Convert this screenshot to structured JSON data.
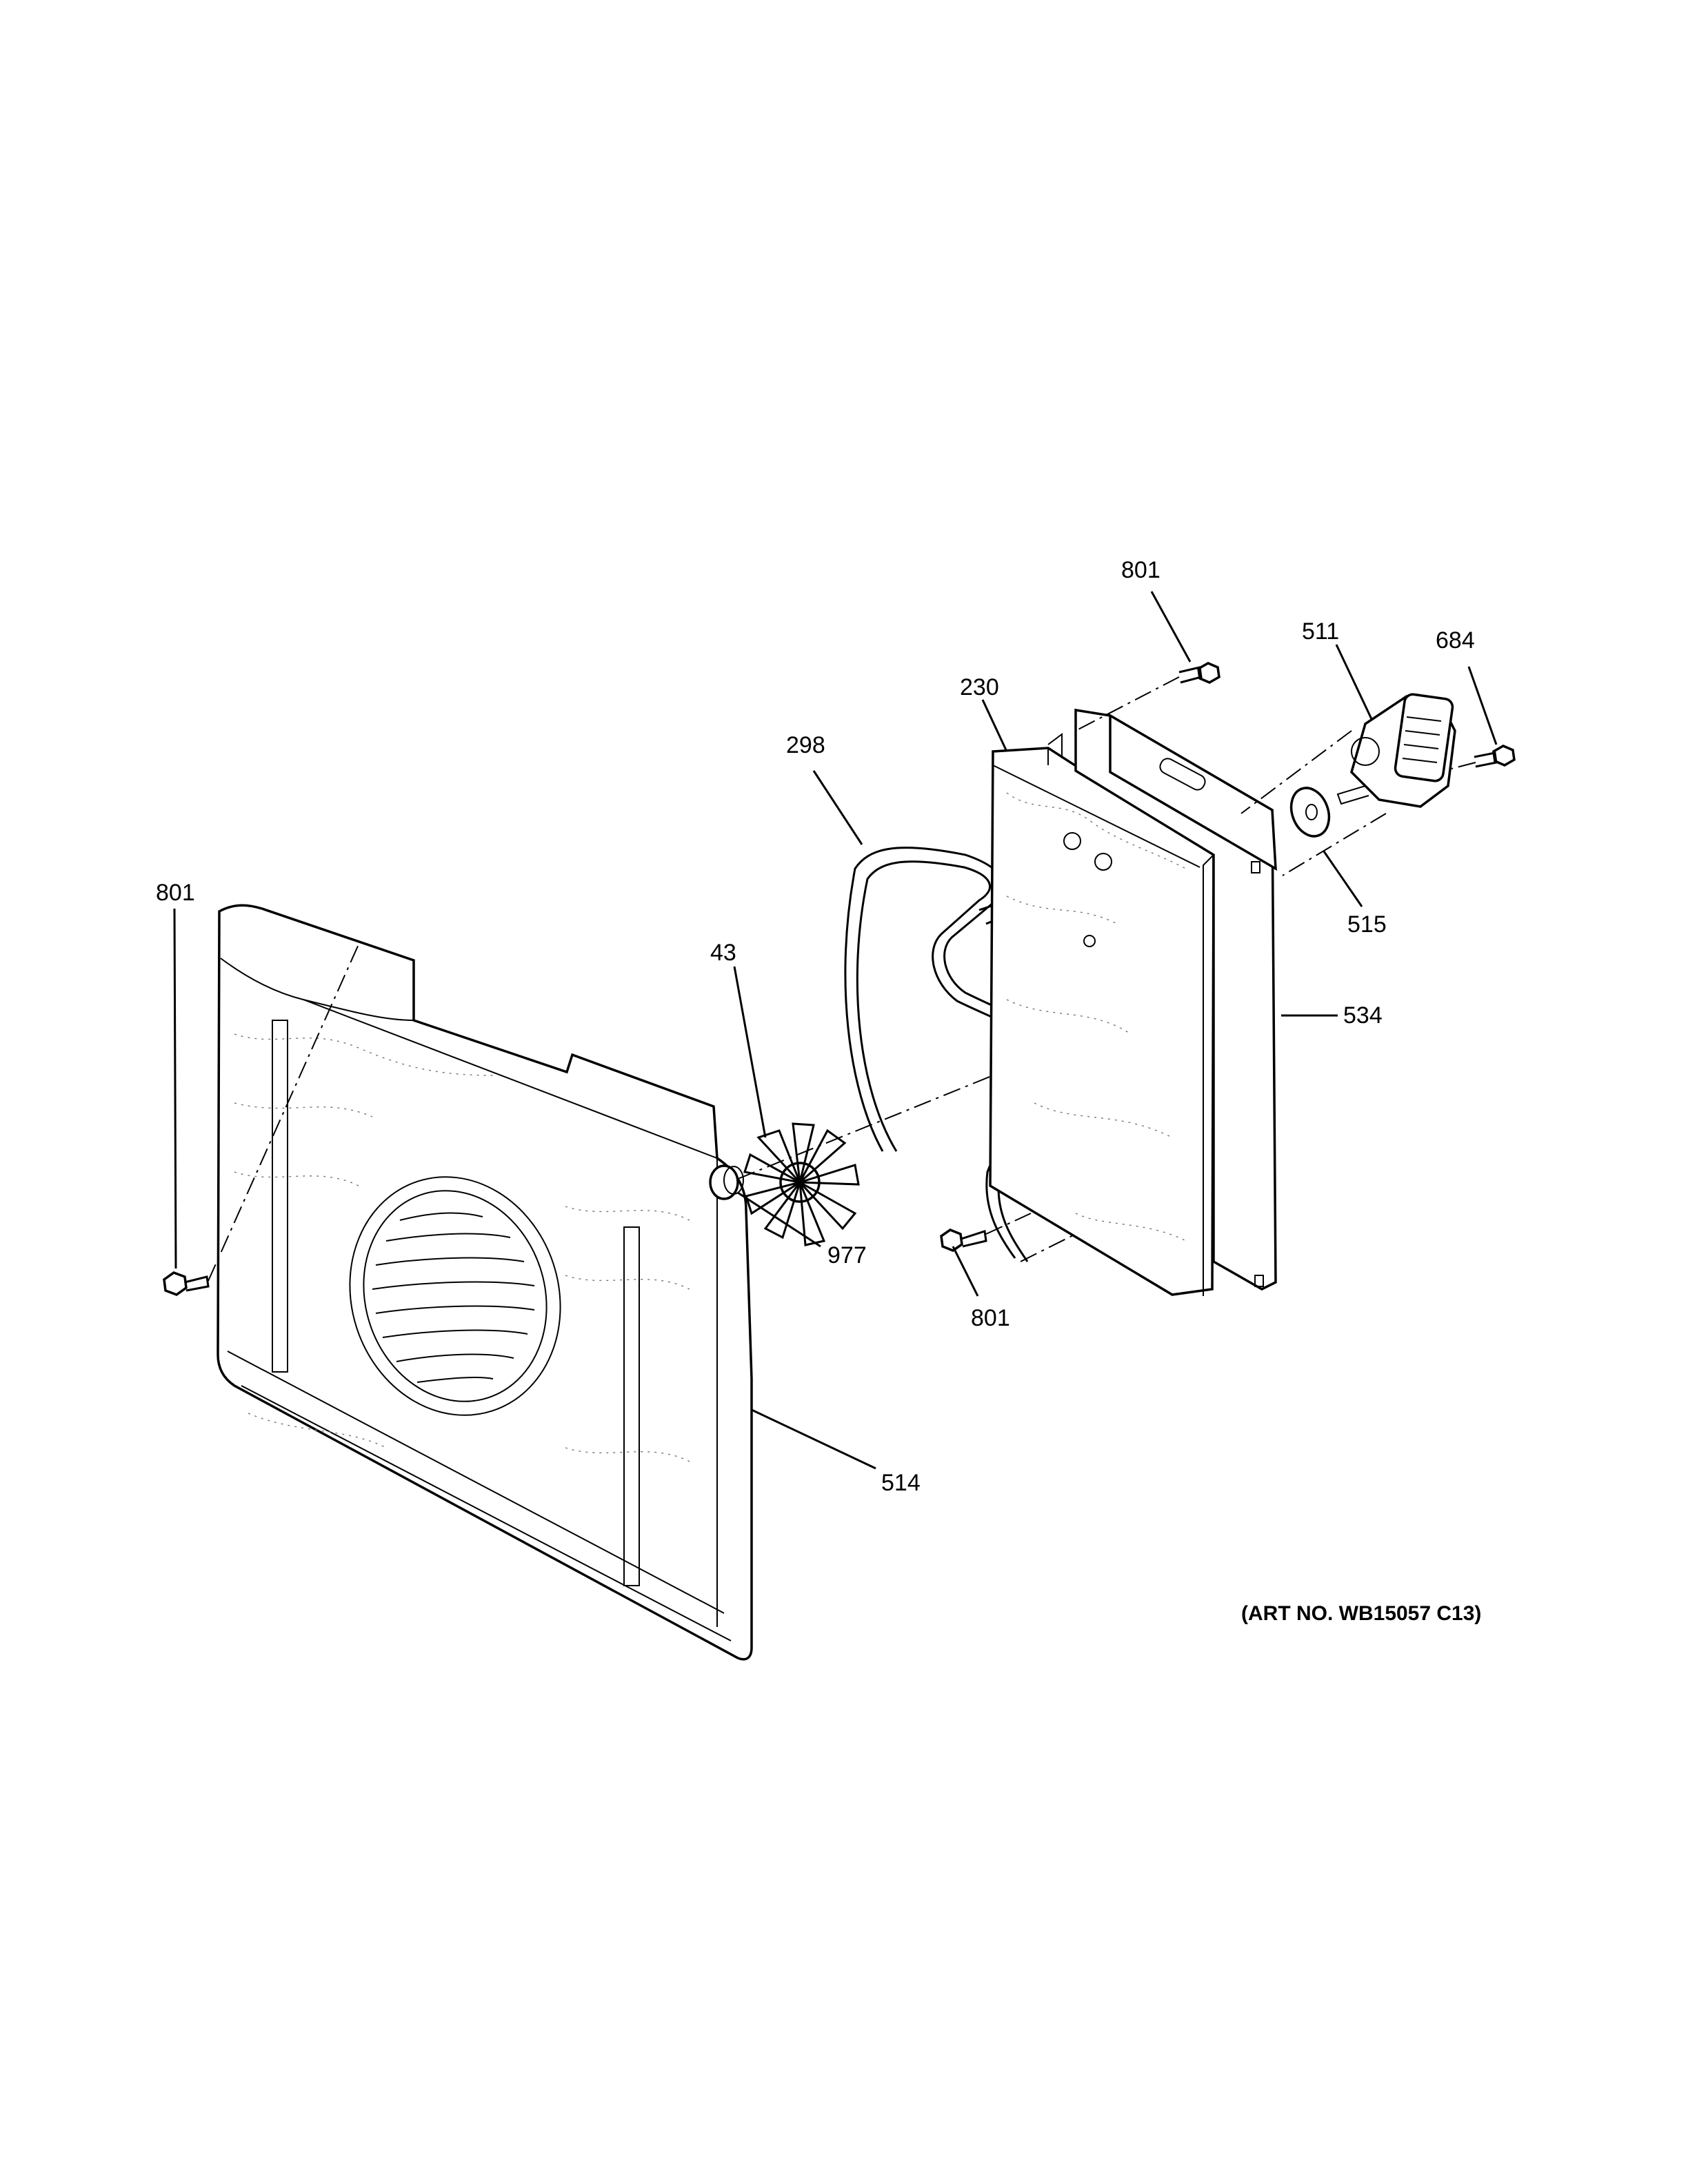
{
  "callouts": {
    "c801_top": "801",
    "c511": "511",
    "c684": "684",
    "c230": "230",
    "c298": "298",
    "c515": "515",
    "c801_left": "801",
    "c43": "43",
    "c534": "534",
    "c977": "977",
    "c801_bottom": "801",
    "c514": "514"
  },
  "art_number": "(ART NO. WB15057 C13)"
}
